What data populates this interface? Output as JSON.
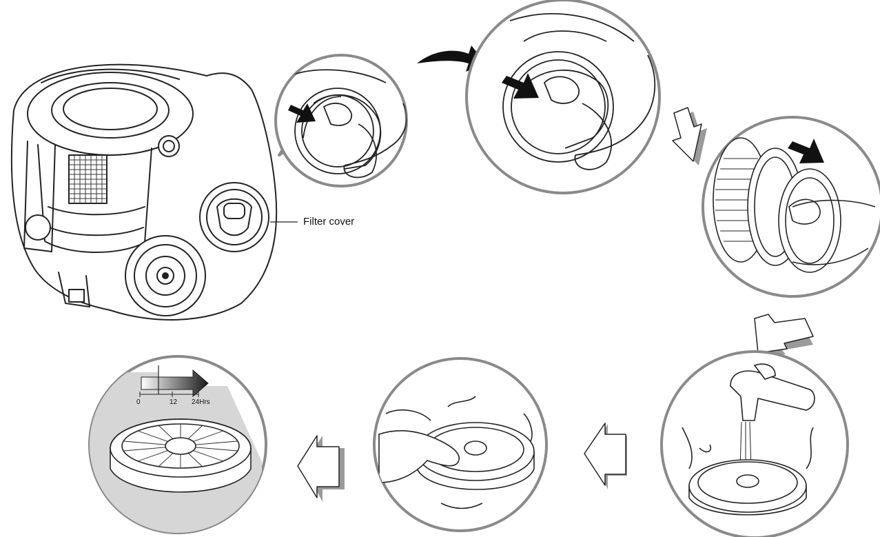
{
  "callout": {
    "label": "Filter cover"
  },
  "drying_scale": {
    "ticks": [
      "0",
      "12",
      "24Hrs"
    ]
  },
  "icons": [
    "vacuum-cleaner-illustration",
    "press-arrow-icon",
    "curved-arrow-icon",
    "step-arrow-icon",
    "hand-icon",
    "filter-icon",
    "faucet-icon",
    "gradient-arrow-icon"
  ],
  "colors": {
    "stroke": "#222222",
    "circle_ring": "#8a8a8a",
    "panel_gray": "#d6d6d6",
    "arrow_fill": "#ffffff",
    "arrow_shadow": "#9a9a9a",
    "black": "#111111"
  }
}
